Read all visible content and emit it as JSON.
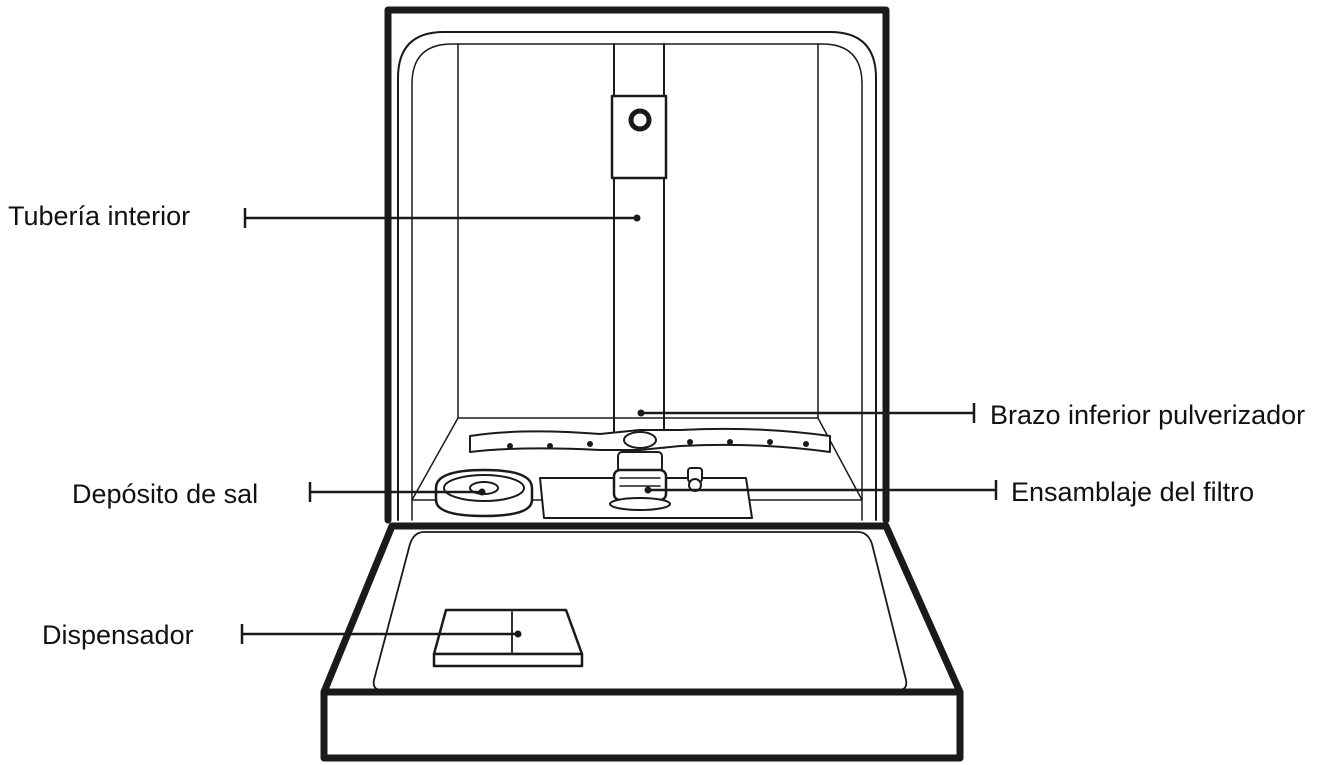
{
  "diagram": {
    "labels": {
      "inner_pipe": "Tubería interior",
      "salt_container": "Depósito de sal",
      "dispenser": "Dispensador",
      "lower_spray_arm": "Brazo inferior pulverizador",
      "filter_assembly": "Ensamblaje del filtro"
    }
  },
  "colors": {
    "line": "#1a1a1a",
    "background": "#ffffff"
  }
}
